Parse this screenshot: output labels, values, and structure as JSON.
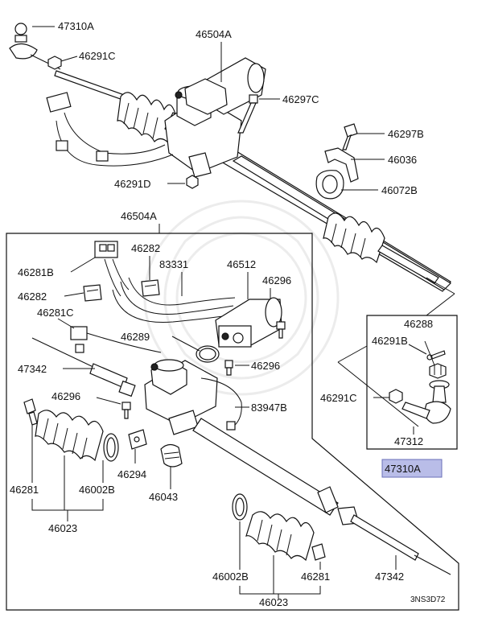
{
  "labels": {
    "top_tie_rod_end": "47310A",
    "top_nut": "46291C",
    "gear_assembly_top": "46504A",
    "top_bolt": "46297C",
    "top_bolt_b": "46297B",
    "bracket": "46036",
    "bushing": "46072B",
    "nut_d": "46291D",
    "gear_assembly_box": "46504A",
    "connector_b": "46281B",
    "bushing_a": "46282",
    "bushing_b": "46282",
    "harness": "83331",
    "motor": "46512",
    "screw_a": "46296",
    "connector_c": "46281C",
    "o_ring": "46289",
    "screw_b": "46296",
    "tie_rod_left": "47342",
    "screw_c": "46296",
    "harness_b": "83947B",
    "bracket_small": "46294",
    "grommet": "46043",
    "clip_left": "46281",
    "clamp_left": "46002B",
    "boot_kit_left": "46023",
    "clamp_right": "46002B",
    "clip_right": "46281",
    "tie_rod_right": "47342",
    "boot_kit_right": "46023",
    "cotter_pin": "46288",
    "castle_nut": "46291B",
    "nut_c_inset": "46291C",
    "tie_rod_end_inset": "47312",
    "inset_highlight": "47310A",
    "diagram_code": "3NS3D72"
  },
  "colors": {
    "highlight_fill": "#b9bde8",
    "highlight_stroke": "#6a70b8",
    "line": "#111111"
  }
}
